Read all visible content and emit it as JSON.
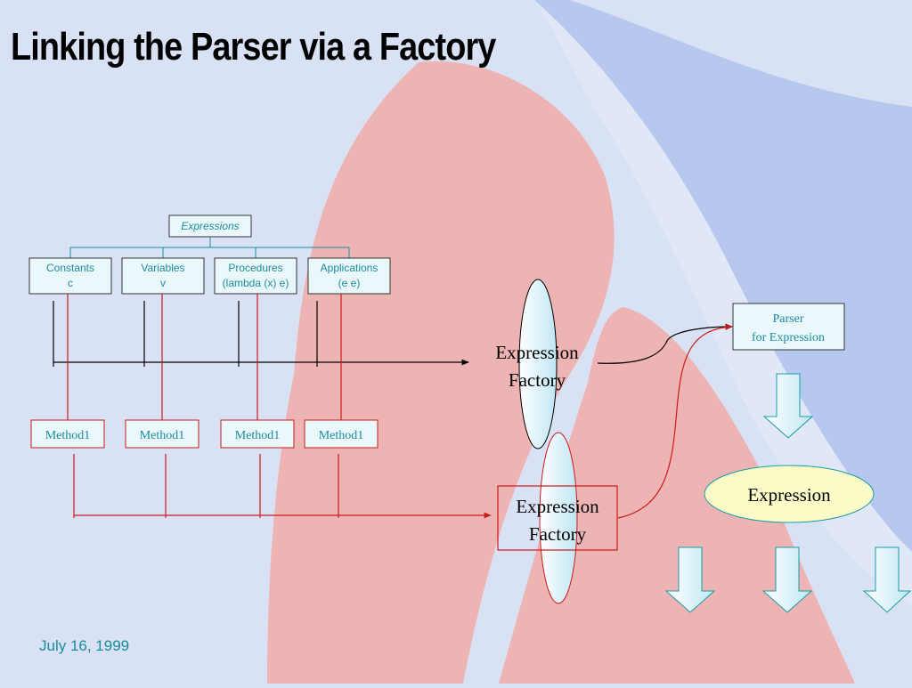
{
  "slide": {
    "title": "Linking the Parser via a Factory",
    "date": "July 16, 1999"
  },
  "hierarchy": {
    "root": "Expressions",
    "children": [
      {
        "line1": "Constants",
        "line2": "c"
      },
      {
        "line1": "Variables",
        "line2": "v"
      },
      {
        "line1": "Procedures",
        "line2": "(lambda (x) e)"
      },
      {
        "line1": "Applications",
        "line2": "(e e)"
      }
    ]
  },
  "methods": [
    "Method1",
    "Method1",
    "Method1",
    "Method1"
  ],
  "factory_top": {
    "line1": "Expression",
    "line2": "Factory"
  },
  "factory_bottom": {
    "line1": "Expression",
    "line2": "Factory"
  },
  "parser": {
    "line1": "Parser",
    "line2": "for Expression"
  },
  "expression_oval": "Expression",
  "colors": {
    "teal_text": "#1a8c9c",
    "red_line": "#cc1a1a",
    "dark_red": "#8b1a1a",
    "box_fill": "#e6f7fc",
    "oval_fill": "#fbfbc8",
    "background_blue": "#d9e2f5"
  }
}
